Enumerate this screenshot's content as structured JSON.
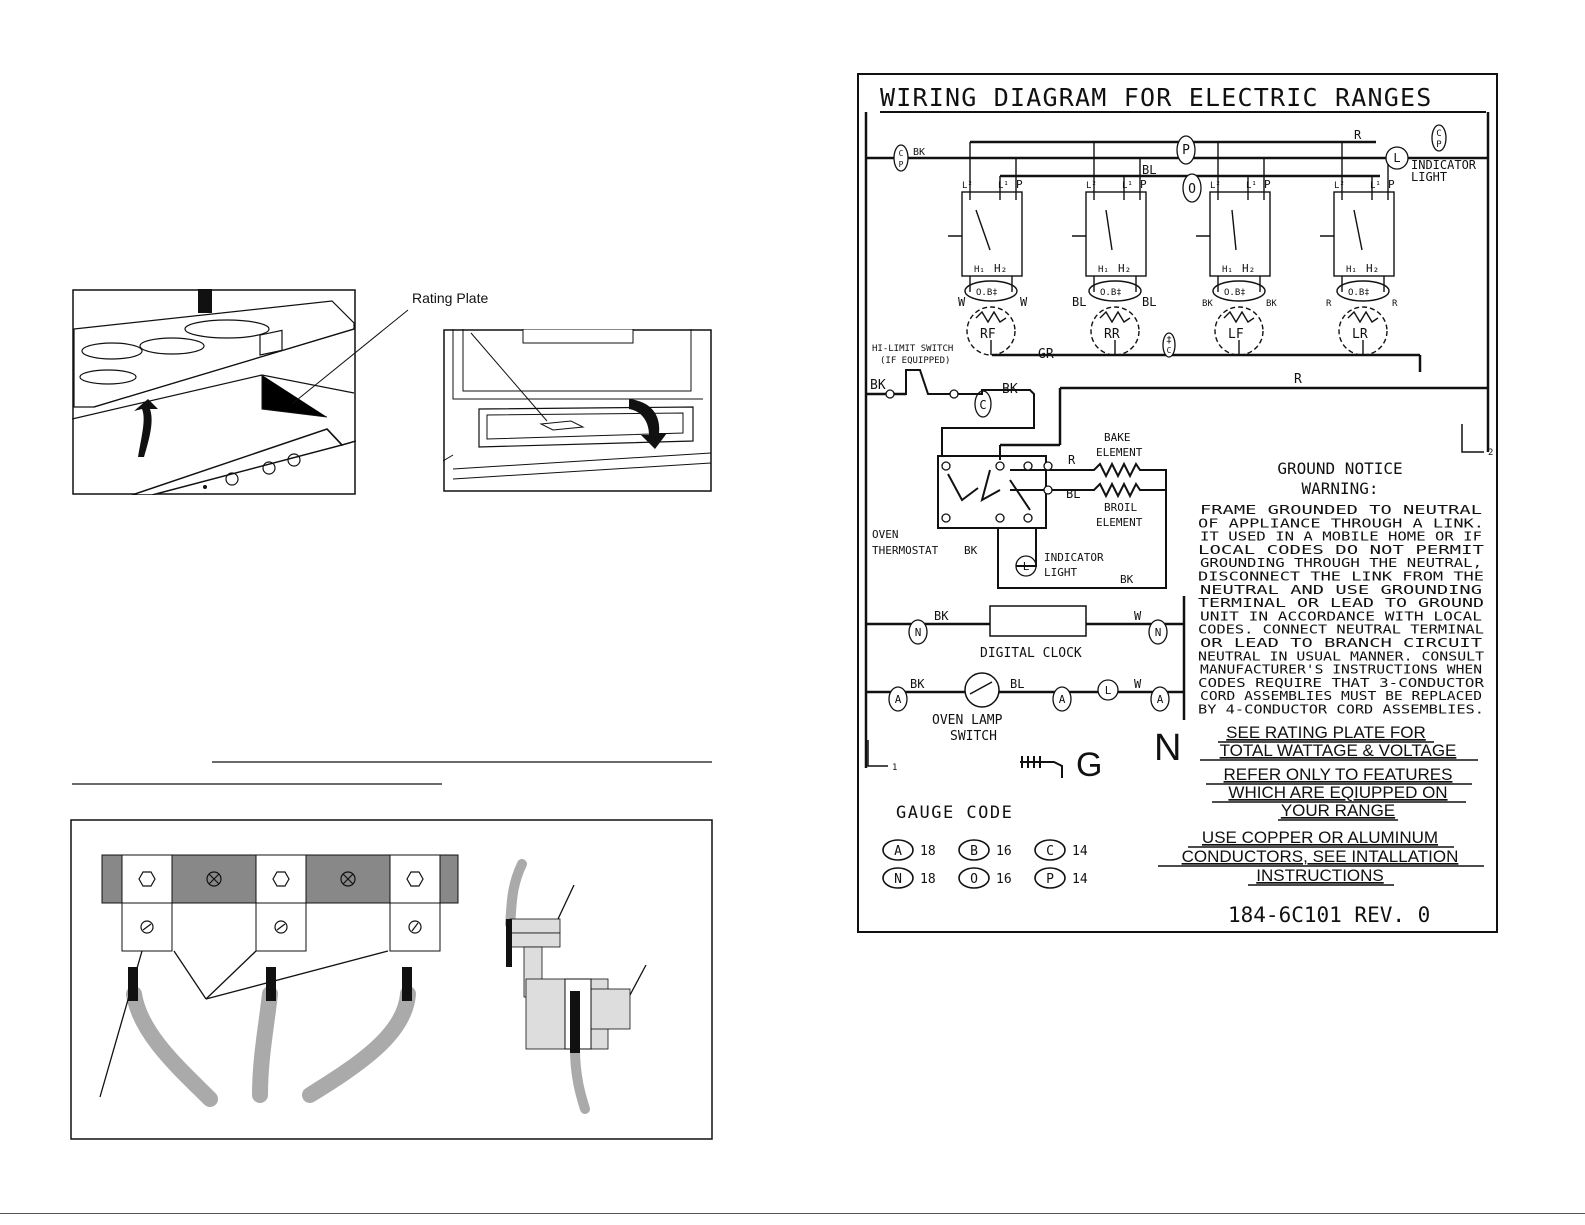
{
  "left": {
    "rating_plate_label": "Rating Plate"
  },
  "wiring": {
    "title": "WIRING DIAGRAM FOR ELECTRIC RANGES",
    "wire_colors": {
      "black": "BK",
      "blue": "BL",
      "red": "R",
      "white": "W",
      "green": "GR"
    },
    "terminals": {
      "l1_short": "L¹",
      "l2_short": "L²",
      "p": "P",
      "h1": "H₁",
      "h2": "H₂",
      "ob": "O.B‡"
    },
    "circle_tags": {
      "c": "C",
      "p": "P",
      "o": "O",
      "n": "N",
      "a": "A",
      "l": "L"
    },
    "grounding_mark": "‡",
    "elements": [
      "RF",
      "RR",
      "LF",
      "LR"
    ],
    "element_wire_labels": [
      [
        "W",
        "W"
      ],
      [
        "BL",
        "BL"
      ],
      [
        "BK",
        "BK"
      ],
      [
        "R",
        "R"
      ]
    ],
    "indicator_light": [
      "INDICATOR",
      "LIGHT"
    ],
    "hi_limit_switch": [
      "HI-LIMIT SWITCH",
      "(IF EQUIPPED)"
    ],
    "bake_element": [
      "BAKE",
      "ELEMENT"
    ],
    "broil_element": [
      "BROIL",
      "ELEMENT"
    ],
    "oven_thermostat": [
      "OVEN",
      "THERMOSTAT"
    ],
    "oven_indicator_light": [
      "INDICATOR",
      "LIGHT"
    ],
    "digital_clock": "DIGITAL CLOCK",
    "oven_lamp_switch": [
      "OVEN LAMP",
      "SWITCH"
    ],
    "l1_label": "L",
    "l1_sub": "1",
    "l2_label": "L",
    "l2_sub": "2",
    "g_letter": "G",
    "n_letter": "N",
    "ground_notice": [
      "GROUND NOTICE",
      "WARNING:"
    ],
    "ground_notice_body": [
      "FRAME GROUNDED TO NEUTRAL",
      "OF APPLIANCE THROUGH A LINK.",
      "IT USED IN A MOBILE HOME OR IF",
      "LOCAL CODES DO NOT PERMIT",
      "GROUNDING THROUGH THE NEUTRAL,",
      "DISCONNECT THE LINK FROM THE",
      "NEUTRAL AND USE GROUNDING",
      "TERMINAL OR LEAD TO GROUND",
      "UNIT IN ACCORDANCE WITH LOCAL",
      "CODES. CONNECT NEUTRAL TERMINAL",
      "OR LEAD TO BRANCH CIRCUIT",
      "NEUTRAL IN USUAL MANNER. CONSULT",
      "MANUFACTURER'S INSTRUCTIONS WHEN",
      "CODES REQUIRE THAT 3-CONDUCTOR",
      "CORD ASSEMBLIES MUST BE REPLACED",
      "BY 4-CONDUCTOR CORD ASSEMBLIES."
    ],
    "rating_note": [
      "SEE RATING PLATE FOR",
      "TOTAL WATTAGE & VOLTAGE"
    ],
    "features_note": [
      "REFER ONLY TO FEATURES",
      "WHICH ARE EQIUPPED ON",
      "YOUR RANGE"
    ],
    "copper_note": [
      "USE COPPER OR ALUMINUM",
      "CONDUCTORS, SEE INTALLATION",
      "INSTRUCTIONS"
    ],
    "gauge_code_title": "GAUGE CODE",
    "gauge_codes": [
      {
        "tag": "A",
        "gauge": "18"
      },
      {
        "tag": "B",
        "gauge": "16"
      },
      {
        "tag": "C",
        "gauge": "14"
      },
      {
        "tag": "N",
        "gauge": "18"
      },
      {
        "tag": "O",
        "gauge": "16"
      },
      {
        "tag": "P",
        "gauge": "14"
      }
    ],
    "part_number": "184-6C101 REV. 0"
  }
}
